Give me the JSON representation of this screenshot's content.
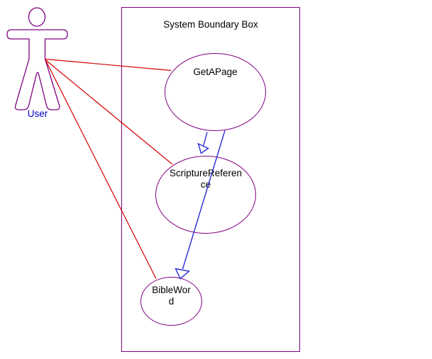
{
  "diagram": {
    "title": "System Boundary Box",
    "actor": {
      "label": "User"
    },
    "use_cases": [
      {
        "name": "GetAPage",
        "lines": [
          "GetAPage"
        ]
      },
      {
        "name": "ScriptureReference",
        "lines": [
          "ScriptureReferen",
          "ce"
        ]
      },
      {
        "name": "BibleWord",
        "lines": [
          "BibleWor",
          "d"
        ]
      }
    ],
    "connections": {
      "associations": [
        {
          "from": "User",
          "to": "GetAPage"
        },
        {
          "from": "User",
          "to": "ScriptureReference"
        },
        {
          "from": "User",
          "to": "BibleWord"
        }
      ],
      "arrows": [
        {
          "from": "GetAPage",
          "to": "ScriptureReference"
        },
        {
          "from": "GetAPage",
          "to": "BibleWord"
        }
      ]
    },
    "colors": {
      "shape_outline": "#800080",
      "association": "#d60000",
      "arrow": "#2b2bd6",
      "text": "#000000",
      "actor_label": "#0000cc"
    }
  }
}
